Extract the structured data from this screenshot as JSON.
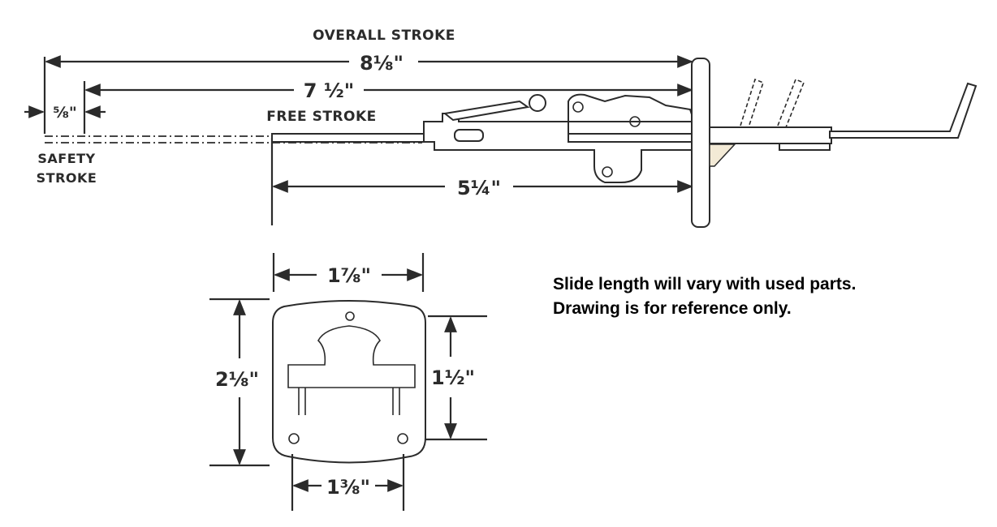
{
  "side_view": {
    "overall_stroke_label": "OVERALL STROKE",
    "overall_stroke_value": "8⅛\"",
    "free_stroke_value": "7 ½\"",
    "free_stroke_label": "FREE STROKE",
    "safety_stroke_value": "⅝\"",
    "safety_stroke_label_line1": "SAFETY",
    "safety_stroke_label_line2": "STROKE",
    "slide_length_value": "5¼\""
  },
  "end_view": {
    "top_width_value": "1⅞\"",
    "height_value": "2⅛\"",
    "inner_height_value": "1½\"",
    "bottom_width_value": "1⅜\""
  },
  "note": {
    "line1": "Slide length will vary with used parts.",
    "line2": "Drawing is for reference only."
  }
}
